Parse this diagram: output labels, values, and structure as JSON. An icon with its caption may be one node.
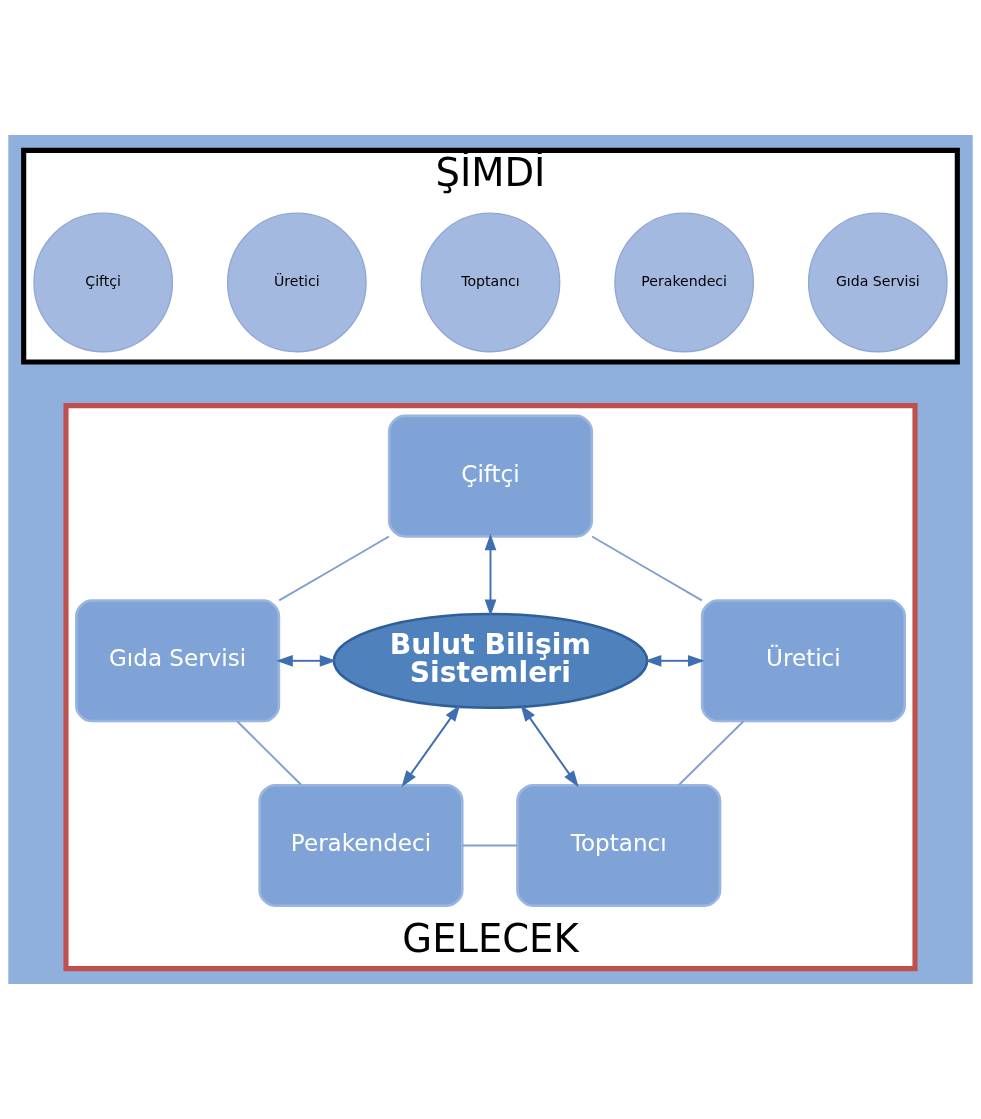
{
  "diagram": {
    "nodes": [
      {
        "text": [
          "ŞİMDİ"
        ]
      },
      {
        "text": [
          "Çiftçi"
        ],
        "in": 0
      },
      {
        "text": [
          "Üretici"
        ],
        "in": 0
      },
      {
        "text": [
          "Toptancı"
        ],
        "in": 0
      },
      {
        "text": [
          "Perakendeci"
        ],
        "in": 0
      },
      {
        "text": [
          "Gıda Servisi"
        ],
        "in": 0
      },
      {
        "text": [
          "GELECEK"
        ]
      },
      {
        "text": [
          "Çiftçi"
        ],
        "in": 6
      },
      {
        "text": [
          "Gıda Servisi"
        ],
        "in": 6
      },
      {
        "text": [
          "Bulut Bilişim Sistemleri"
        ],
        "in": 6
      },
      {
        "text": [
          "Üretici"
        ],
        "in": 6
      },
      {
        "text": [
          "Perakendeci"
        ],
        "in": 6
      },
      {
        "text": [
          "Toptancı"
        ],
        "in": 6
      }
    ],
    "edges": [
      {
        "from": 7,
        "to": 9,
        "arrow": "both"
      },
      {
        "from": 8,
        "to": 9,
        "arrow": "both"
      },
      {
        "from": 9,
        "to": 10,
        "arrow": "both"
      },
      {
        "from": 9,
        "to": 11,
        "arrow": "both"
      },
      {
        "from": 9,
        "to": 12,
        "arrow": "both"
      },
      {
        "from": 7,
        "to": 10,
        "arrow": "none",
        "color": "#7f9fd3"
      },
      {
        "from": 10,
        "to": 12,
        "arrow": "none",
        "color": "#7f9fd3"
      },
      {
        "from": 11,
        "to": 12,
        "arrow": "none",
        "color": "#7f9fd3"
      },
      {
        "from": 8,
        "to": 11,
        "arrow": "none",
        "color": "#7f9fd3"
      },
      {
        "from": 7,
        "to": 8,
        "arrow": "none",
        "color": "#7f9fd3"
      }
    ]
  }
}
